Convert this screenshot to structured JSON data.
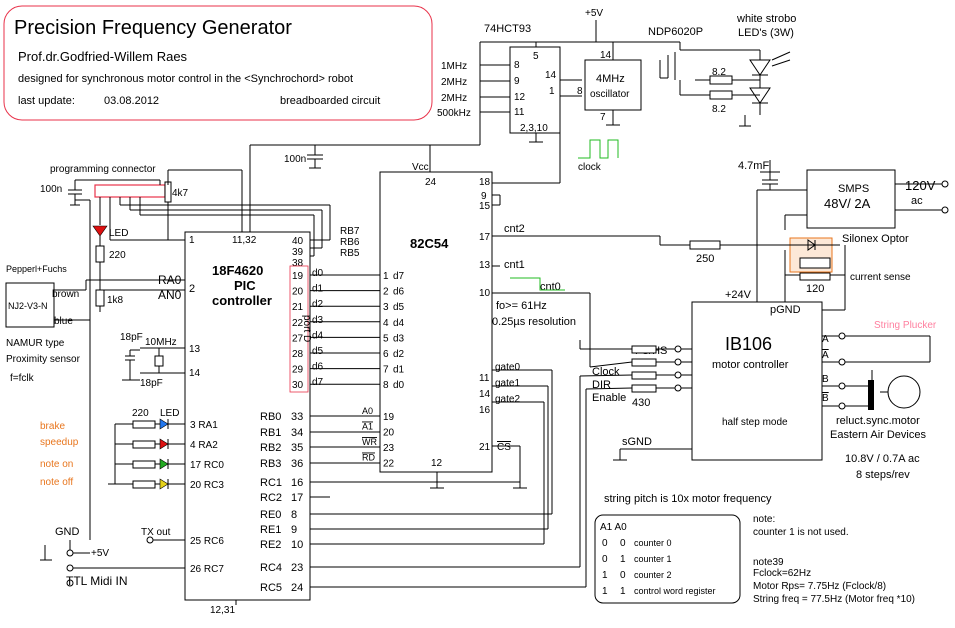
{
  "title_block": {
    "title": "Precision Frequency Generator",
    "author": "Prof.dr.Godfried-Willem Raes",
    "description": "designed for synchronous motor control in the <Synchrochord> robot",
    "update_label": "last update:",
    "update_date": "03.08.2012",
    "note": "breadboarded circuit"
  },
  "power": {
    "vcc5": "+5V",
    "vcc_label": "Vcc",
    "p24": "+24V",
    "pgnd": "pGND",
    "sgnd": "sGND",
    "gnd": "GND",
    "plus5_midi": "+5V"
  },
  "ic_74hct93": {
    "name": "74HCT93",
    "pin_top": "5",
    "pins_left": [
      "8",
      "9",
      "12",
      "11"
    ],
    "freqs": [
      "1MHz",
      "2MHz",
      "2MHz",
      "500kHz"
    ],
    "pin_bottom": "2,3,10"
  },
  "oscillator": {
    "name_l1": "4MHz",
    "name_l2": "oscillator",
    "pin_top": "14",
    "pin_out": "8",
    "pin_bottom": "7",
    "pin14": "14",
    "pin1": "1"
  },
  "mosfet": "NDP6020P",
  "strobe": {
    "title_l1": "white strobo",
    "title_l2": "LED's (3W)",
    "r1": "8.2",
    "r2": "8.2"
  },
  "smps": {
    "l1": "SMPS",
    "l2": "48V/ 2A",
    "ac_l1": "120V",
    "ac_l2": "ac",
    "cap": "4.7mF"
  },
  "caps": {
    "c100n_a": "100n",
    "c100n_b": "100n"
  },
  "prog": {
    "label": "programming connector",
    "res": "4k7"
  },
  "led_misc": {
    "led": "LED",
    "r220": "220",
    "r1k8": "1k8"
  },
  "sensor": {
    "box": "NJ2-V3-N",
    "maker": "Pepperl+Fuchs",
    "brown": "brown",
    "blue": "blue",
    "type": "NAMUR type",
    "type2": "Proximity sensor",
    "f": "f=fclk"
  },
  "pic": {
    "l1": "18F4620",
    "l2": "PIC",
    "l3": "controller",
    "portd": "port D",
    "pin1": "1",
    "pin_top": "11,32",
    "pin_bottom": "12,31",
    "pin2": "2",
    "ra0": "RA0",
    "an0": "AN0",
    "rb_top": [
      "RB7",
      "RB6",
      "RB5"
    ],
    "rb_top_pins": [
      "40",
      "39",
      "38"
    ],
    "xtal": "10MHz",
    "cap_a": "18pF",
    "cap_b": "18pF",
    "p13": "13",
    "p14": "14",
    "portd_pins": [
      "19",
      "20",
      "21",
      "22",
      "27",
      "28",
      "29",
      "30"
    ],
    "portd_labels": [
      "d0",
      "d1",
      "d2",
      "d3",
      "d4",
      "d5",
      "d6",
      "d7"
    ],
    "right_pins": [
      {
        "name": "RB0",
        "pin": "33"
      },
      {
        "name": "RB1",
        "pin": "34"
      },
      {
        "name": "RB2",
        "pin": "35"
      },
      {
        "name": "RB3",
        "pin": "36"
      },
      {
        "name": "RC1",
        "pin": "16"
      },
      {
        "name": "RC2",
        "pin": "17"
      },
      {
        "name": "RE0",
        "pin": "8"
      },
      {
        "name": "RE1",
        "pin": "9"
      },
      {
        "name": "RE2",
        "pin": "10"
      },
      {
        "name": "RC4",
        "pin": "23"
      },
      {
        "name": "RC5",
        "pin": "24"
      }
    ],
    "left_pins": [
      {
        "name": "RA1",
        "pin": "3"
      },
      {
        "name": "RA2",
        "pin": "4"
      },
      {
        "name": "RC0",
        "pin": "17"
      },
      {
        "name": "RC3",
        "pin": "20"
      },
      {
        "name": "RC6",
        "pin": "25"
      },
      {
        "name": "RC7",
        "pin": "26"
      }
    ],
    "tx_out": "TX out"
  },
  "leds_left": {
    "r": "220",
    "led": "LED",
    "labels": [
      "brake",
      "speedup",
      "note on",
      "note off"
    ]
  },
  "ic_82c54": {
    "name": "82C54",
    "pin_vcc": "24",
    "pin_gnd": "12",
    "data_pins": [
      "1",
      "2",
      "3",
      "4",
      "5",
      "6",
      "7",
      "8"
    ],
    "data_labels": [
      "d7",
      "d6",
      "d5",
      "d4",
      "d3",
      "d2",
      "d1",
      "d0"
    ],
    "addr_pins": [
      "19",
      "20",
      "23",
      "22"
    ],
    "addr_labels": [
      "A0",
      "A1",
      "WR",
      "RD"
    ],
    "right_top": [
      "18",
      "9",
      "15"
    ],
    "p17": "17",
    "cnt2": "cnt2",
    "p13": "13",
    "cnt1": "cnt1",
    "p10": "10",
    "cnt0": "cnt0",
    "fo": "fo>= 61Hz",
    "res": "0.25µs resolution",
    "gates": [
      "gate0",
      "gate1",
      "gate2"
    ],
    "gate_pins": [
      "11",
      "14",
      "16"
    ],
    "p21": "21",
    "cs": "CS",
    "clock": "clock"
  },
  "optor": {
    "name": "Silonex Optor",
    "current": "current sense",
    "r120": "120",
    "r250": "250"
  },
  "driver": {
    "l1": "IB106",
    "l2": "motor controller",
    "mode": "half step mode",
    "sig": [
      "FS/HS",
      "Clock",
      "DIR",
      "Enable"
    ],
    "r430": "430",
    "phases": [
      "A",
      "A",
      "B",
      "B"
    ]
  },
  "plucker": {
    "label": "String Plucker",
    "color": "#ff7f9f"
  },
  "motor": {
    "l1": "reluct.sync.motor",
    "l2": "Eastern Air Devices",
    "l3": "10.8V / 0.7A ac",
    "l4": "8 steps/rev"
  },
  "midi": "TTL Midi IN",
  "string_pitch": "string pitch is 10x motor frequency",
  "table": {
    "header": "A1 A0",
    "rows": [
      {
        "a1": "0",
        "a0": "0",
        "label": "counter 0"
      },
      {
        "a1": "0",
        "a0": "1",
        "label": "counter 1"
      },
      {
        "a1": "1",
        "a0": "0",
        "label": "counter 2"
      },
      {
        "a1": "1",
        "a0": "1",
        "label": "control word register"
      }
    ]
  },
  "note": {
    "l1": "note:",
    "l2": "counter 1 is not used."
  },
  "note39": {
    "l1": "note39",
    "l2": "Fclock=62Hz",
    "l3": "Motor Rps= 7.75Hz (Fclock/8)",
    "l4": "String freq = 77.5Hz (Motor freq *10)"
  },
  "colors": {
    "title_border": "#e8324a",
    "wire": "#000000",
    "orange_text": "#e8761e",
    "green_clock": "#22bb22",
    "red_led": "#dd1111",
    "blue_led": "#2277ee",
    "green_led": "#22aa22",
    "yellow_led": "#e6d21a",
    "freq_marker": "#f0d000",
    "optor_fill": "#f4a460"
  }
}
